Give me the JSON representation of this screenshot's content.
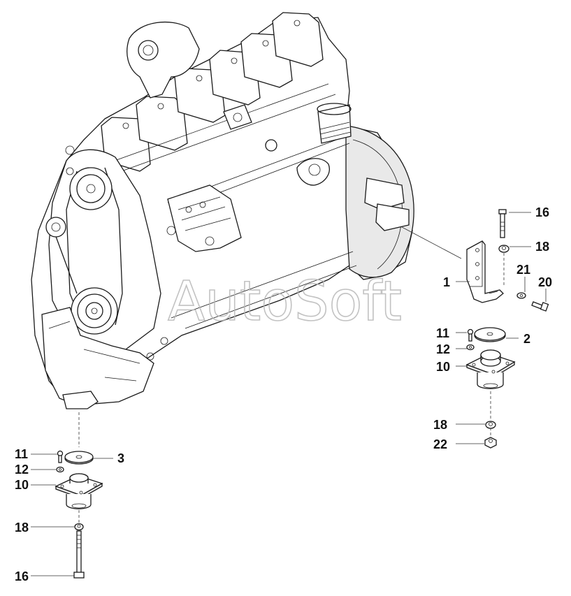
{
  "watermark": "AutoSoft",
  "callouts": {
    "c16_top": "16",
    "c18_top": "18",
    "c21": "21",
    "c20": "20",
    "c1": "1",
    "c11_right": "11",
    "c2": "2",
    "c12_right": "12",
    "c10_right": "10",
    "c18_right": "18",
    "c22": "22",
    "c11_left": "11",
    "c3": "3",
    "c12_left": "12",
    "c10_left": "10",
    "c18_left": "18",
    "c16_bottom": "16"
  }
}
